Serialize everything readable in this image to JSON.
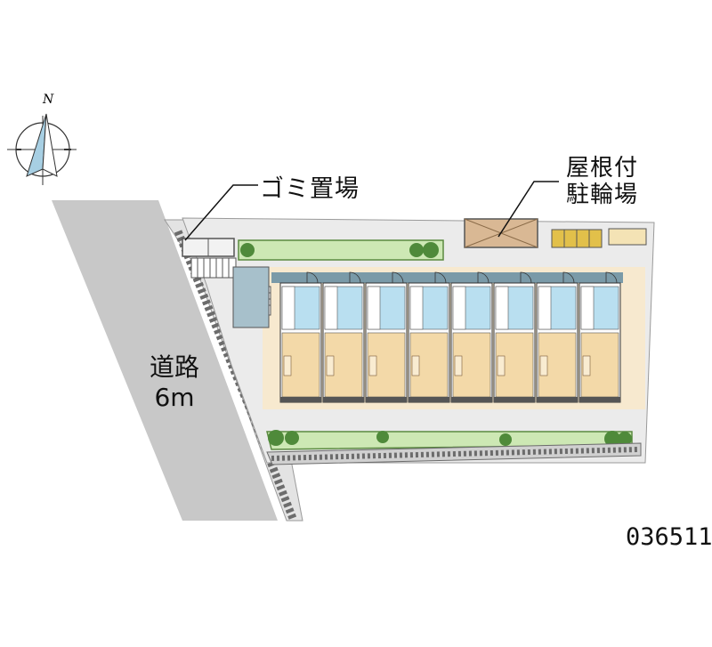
{
  "map": {
    "compass_label": "N",
    "labels": {
      "garbage": "ゴミ置場",
      "bike_parking_line1": "屋根付",
      "bike_parking_line2": "駐輪場",
      "road_line1": "道路",
      "road_line2": "6m"
    },
    "property_code": "036511",
    "unit_count": 8,
    "colors": {
      "road": "#c8c8c8",
      "site": "#ebebeb",
      "plaza": "#f7e9cf",
      "room": "#f3d9a8",
      "water": "#b9dff0",
      "corridor": "#7a9aa8",
      "grass": "#cde8b4",
      "tree": "#4f8a3a",
      "roof": "#d9b894",
      "bike": "#e2c04a"
    }
  }
}
